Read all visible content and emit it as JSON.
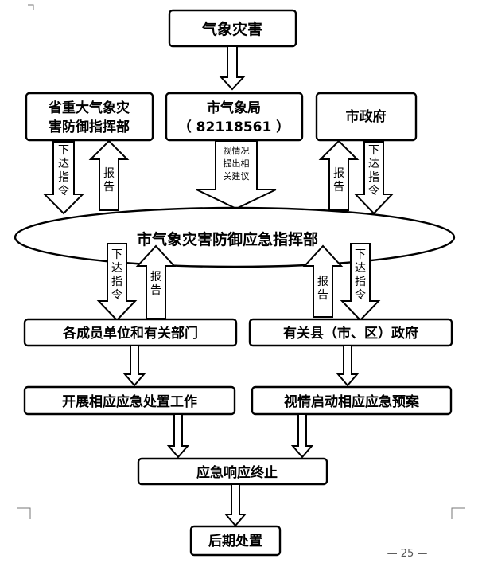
{
  "boxes": {
    "top": "气象灾害",
    "province_line1": "省重大气象灾",
    "province_line2": "害防御指挥部",
    "bureau_line1": "市气象局",
    "bureau_line2": "（ 82118561 ）",
    "gov": "市政府",
    "center": "市气象灾害防御应急指挥部",
    "units": "各成员单位和有关部门",
    "counties": "有关县（市、区）政府",
    "emergency_work": "开展相应应急处置工作",
    "plan": "视情启动相应应急预案",
    "terminate": "应急响应终止",
    "aftermath": "后期处置"
  },
  "arrow_labels": {
    "command": [
      "下",
      "达",
      "指",
      "令"
    ],
    "report": [
      "报",
      "告"
    ],
    "suggest": [
      "视情况",
      "提出相",
      "关建议"
    ]
  },
  "page_number": "— 25 —"
}
